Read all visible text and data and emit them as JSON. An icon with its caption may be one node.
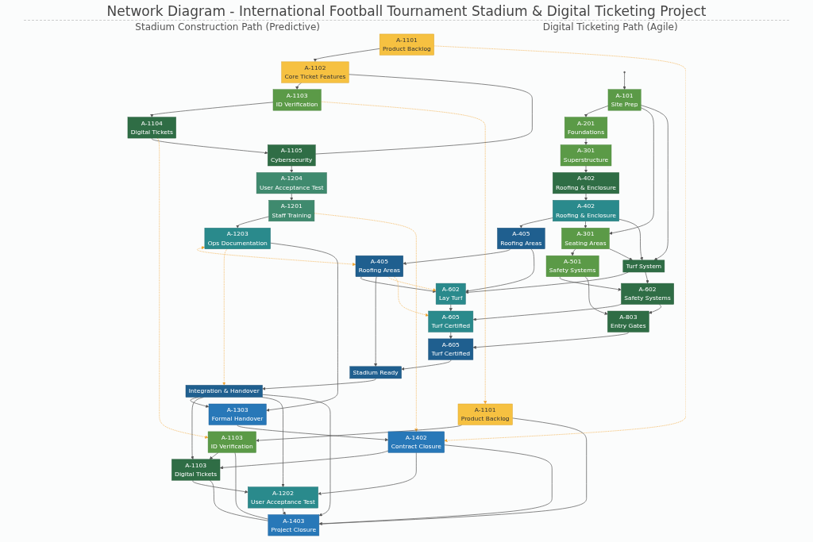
{
  "diagram": {
    "title": "Network Diagram - International Football Tournament Stadium & Digital Ticketing Project",
    "nodes": [
      {
        "text": [
          "A-101",
          "Site Prep"
        ]
      },
      {
        "text": [
          "A-201",
          "Foundations"
        ]
      },
      {
        "text": [
          "A-301",
          "Superstructure"
        ]
      },
      {
        "text": [
          "A-402",
          "Roofing & Enclosure"
        ]
      },
      {
        "text": [
          "A-402",
          "Roofing & Enclosure"
        ]
      },
      {
        "text": [
          "A-405",
          "Roofing Areas"
        ]
      },
      {
        "text": [
          "A-405",
          "Roofing Areas"
        ]
      },
      {
        "text": [
          "A-301",
          "Seating Areas"
        ]
      },
      {
        "text": [
          "Turf System"
        ]
      },
      {
        "text": [
          "A-602",
          "Lay Turf"
        ]
      },
      {
        "text": [
          "A-501",
          "Safety Systems"
        ]
      },
      {
        "text": [
          "A-602",
          "Safety Systems"
        ]
      },
      {
        "text": [
          "A-605",
          "Turf Certified"
        ]
      },
      {
        "text": [
          "A-803",
          "Entry Gates"
        ]
      },
      {
        "text": [
          "A-605",
          "Turf Certified"
        ]
      },
      {
        "text": [
          "Stadium Ready"
        ]
      },
      {
        "text": [
          "Integration & Handover"
        ]
      },
      {
        "text": [
          "A-1101",
          "Product Backlog"
        ]
      },
      {
        "text": [
          "A-1102",
          "Core Ticket Features"
        ]
      },
      {
        "text": [
          "A-1103",
          "ID Verification"
        ]
      },
      {
        "text": [
          "A-1104",
          "Digital Tickets"
        ]
      },
      {
        "text": [
          "A-1105",
          "Cybersecurity"
        ]
      },
      {
        "text": [
          "A-1204",
          "User Acceptance Test"
        ]
      },
      {
        "text": [
          "A-1201",
          "Staff Training"
        ]
      },
      {
        "text": [
          "A-1203",
          "Ops Documentation"
        ]
      },
      {
        "text": [
          "A-1303",
          "Formal Handover"
        ]
      },
      {
        "text": [
          "A-1402",
          "Contract Closure"
        ]
      },
      {
        "text": [
          "A-1101",
          "Product Backlog"
        ]
      },
      {
        "text": [
          "A-1103",
          "ID Verification"
        ]
      },
      {
        "text": [
          "A-1103",
          "Digital Tickets"
        ]
      },
      {
        "text": [
          "A-1202",
          "User Acceptance Test"
        ]
      },
      {
        "text": [
          "A-1403",
          "Project Closure"
        ]
      }
    ],
    "edges": [
      {
        "from": null,
        "to": 0,
        "arrow": "to"
      },
      {
        "from": 0,
        "to": 1,
        "arrow": "to"
      },
      {
        "from": 1,
        "to": 2,
        "arrow": "to"
      },
      {
        "from": 2,
        "to": 3,
        "arrow": "to"
      },
      {
        "from": 3,
        "to": 4,
        "arrow": "to"
      },
      {
        "from": 4,
        "to": 5,
        "arrow": "to"
      },
      {
        "from": 5,
        "to": 6,
        "arrow": "to"
      },
      {
        "from": 0,
        "to": 7,
        "arrow": "to"
      },
      {
        "from": 0,
        "to": 8,
        "arrow": "to"
      },
      {
        "from": 4,
        "to": 7,
        "arrow": "to"
      },
      {
        "from": 4,
        "to": 8,
        "arrow": "to"
      },
      {
        "from": 5,
        "to": 9,
        "arrow": "to"
      },
      {
        "from": 6,
        "to": 9,
        "arrow": "to"
      },
      {
        "from": 7,
        "to": 10,
        "arrow": "to"
      },
      {
        "from": 7,
        "to": 8,
        "arrow": "to"
      },
      {
        "from": 8,
        "to": 9,
        "arrow": "to"
      },
      {
        "from": 8,
        "to": 11,
        "arrow": "to"
      },
      {
        "from": 10,
        "to": 11,
        "arrow": "to"
      },
      {
        "from": 10,
        "to": 13,
        "arrow": "to"
      },
      {
        "from": 11,
        "to": 12,
        "arrow": "to"
      },
      {
        "from": 11,
        "to": 13,
        "arrow": "to"
      },
      {
        "from": 9,
        "to": 12,
        "arrow": "to"
      },
      {
        "from": 12,
        "to": 14,
        "arrow": "to"
      },
      {
        "from": 13,
        "to": 14,
        "arrow": "to"
      },
      {
        "from": 14,
        "to": 15,
        "arrow": "to"
      },
      {
        "from": 6,
        "to": 15,
        "arrow": "to"
      },
      {
        "from": 6,
        "to": 9,
        "arrow": "to",
        "style": "dashed",
        "color": "#f2a531"
      },
      {
        "from": 6,
        "to": 12,
        "arrow": "to",
        "style": "dashed",
        "color": "#f2a531"
      },
      {
        "from": 24,
        "to": 6,
        "arrow": "both",
        "style": "dashed",
        "color": "#f2a531"
      },
      {
        "from": 15,
        "to": 16,
        "arrow": "to"
      },
      {
        "from": 24,
        "to": 16,
        "arrow": "to",
        "style": "dashed",
        "color": "#f2a531"
      },
      {
        "from": 17,
        "to": 18,
        "arrow": "to"
      },
      {
        "from": 18,
        "to": 19,
        "arrow": "to"
      },
      {
        "from": 19,
        "to": 20,
        "arrow": "to"
      },
      {
        "from": 20,
        "to": 21,
        "arrow": "to"
      },
      {
        "from": 21,
        "to": 22,
        "arrow": "to"
      },
      {
        "from": 22,
        "to": 23,
        "arrow": "to"
      },
      {
        "from": 23,
        "to": 24,
        "arrow": "to"
      },
      {
        "from": 24,
        "to": 25,
        "arrow": "to"
      },
      {
        "from": 16,
        "to": 25,
        "arrow": "to"
      },
      {
        "from": 25,
        "to": 26,
        "arrow": "to"
      },
      {
        "from": 18,
        "to": 21,
        "arrow": "none"
      },
      {
        "from": 17,
        "to": 26,
        "arrow": "to",
        "style": "dashed",
        "color": "#f2a531"
      },
      {
        "from": 23,
        "to": 26,
        "arrow": "to",
        "style": "dashed",
        "color": "#f2a531"
      },
      {
        "from": 19,
        "to": 27,
        "arrow": "to",
        "style": "dashed",
        "color": "#f2a531"
      },
      {
        "from": 20,
        "to": 28,
        "arrow": "to",
        "style": "dashed",
        "color": "#f2a531"
      },
      {
        "from": 27,
        "to": 28,
        "arrow": "to"
      },
      {
        "from": 28,
        "to": 29,
        "arrow": "to"
      },
      {
        "from": 29,
        "to": 30,
        "arrow": "to"
      },
      {
        "from": 30,
        "to": 31,
        "arrow": "to"
      },
      {
        "from": 16,
        "to": 29,
        "arrow": "to"
      },
      {
        "from": 16,
        "to": 30,
        "arrow": "to"
      },
      {
        "from": 16,
        "to": 31,
        "arrow": "to"
      },
      {
        "from": 26,
        "to": 29,
        "arrow": "to"
      },
      {
        "from": 26,
        "to": 30,
        "arrow": "to"
      },
      {
        "from": 26,
        "to": 31,
        "arrow": "to"
      },
      {
        "from": 27,
        "to": 31,
        "arrow": "none"
      },
      {
        "from": 28,
        "to": 31,
        "arrow": "none"
      },
      {
        "from": 29,
        "to": 31,
        "arrow": "none"
      }
    ],
    "labels": [
      "Stadium Construction Path (Predictive)",
      "Digital Ticketing Path (Agile)"
    ]
  }
}
